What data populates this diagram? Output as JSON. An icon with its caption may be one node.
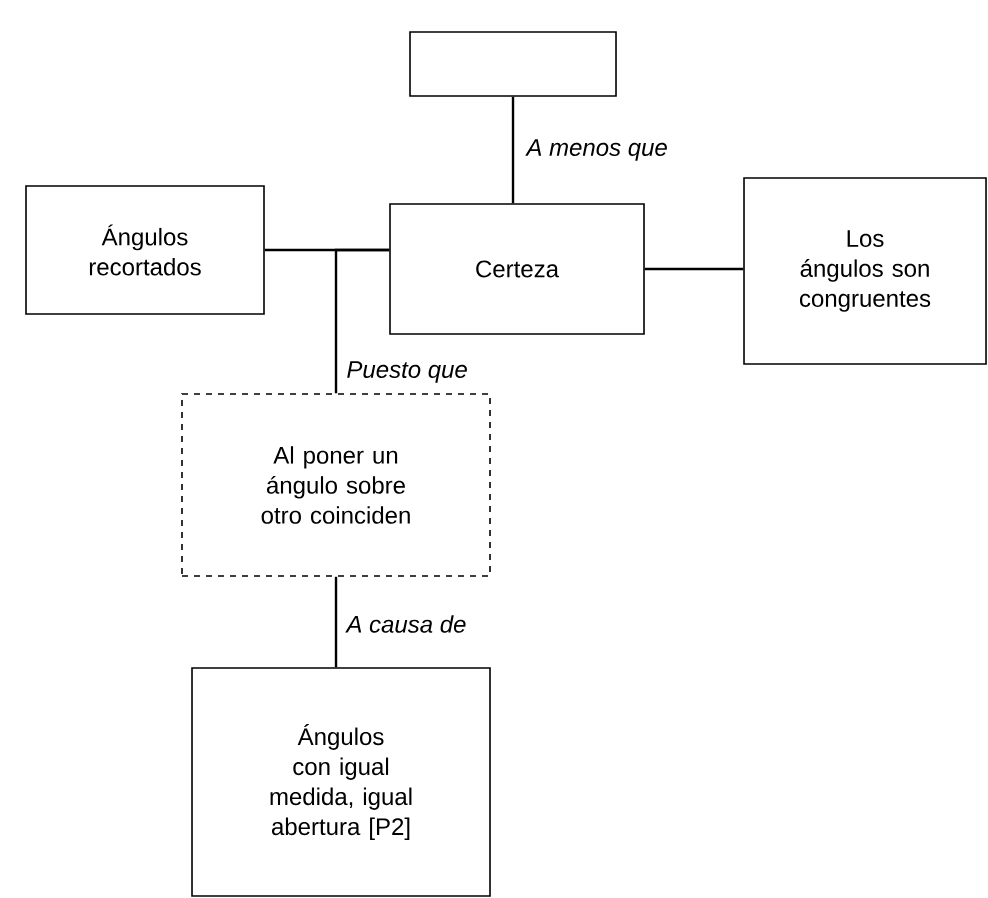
{
  "diagram": {
    "nodes": [
      {
        "text": [],
        "shape": "box"
      },
      {
        "text": [
          "Ángulos recortados"
        ]
      },
      {
        "text": [
          "Certeza"
        ]
      },
      {
        "text": [
          "Los ángulos son congruentes"
        ]
      },
      {
        "text": [
          "Al poner un ángulo sobre otro coinciden"
        ]
      },
      {
        "text": [
          "Ángulos con igual medida, igual abertura [P2]"
        ]
      }
    ],
    "edges": [
      {
        "from": 0,
        "to": 2,
        "arrow": "none",
        "label": "A menos que"
      },
      {
        "from": 1,
        "to": 2,
        "arrow": "none"
      },
      {
        "from": 2,
        "to": 3,
        "arrow": "none"
      },
      {
        "from": 4,
        "to": 2,
        "arrow": "none",
        "label": "Puesto que"
      },
      {
        "from": 4,
        "to": 5,
        "arrow": "none",
        "label": "A causa de"
      }
    ]
  }
}
